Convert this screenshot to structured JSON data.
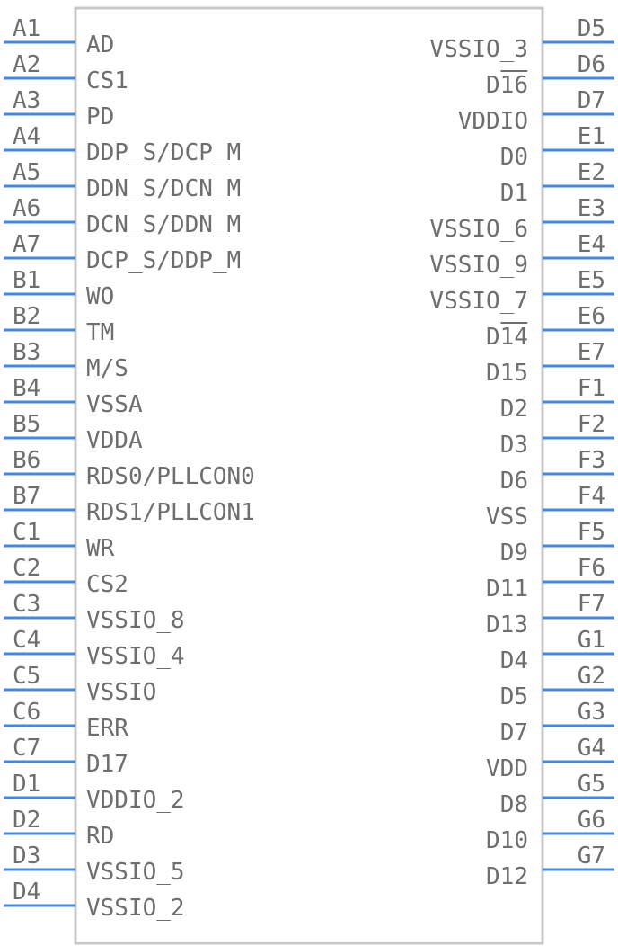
{
  "component": {
    "left_pins": [
      {
        "number": "A1",
        "name": "AD"
      },
      {
        "number": "A2",
        "name": "CS1"
      },
      {
        "number": "A3",
        "name": "PD"
      },
      {
        "number": "A4",
        "name": "DDP_S/DCP_M"
      },
      {
        "number": "A5",
        "name": "DDN_S/DCN_M"
      },
      {
        "number": "A6",
        "name": "DCN_S/DDN_M"
      },
      {
        "number": "A7",
        "name": "DCP_S/DDP_M"
      },
      {
        "number": "B1",
        "name": "WO"
      },
      {
        "number": "B2",
        "name": "TM"
      },
      {
        "number": "B3",
        "name": "M/S"
      },
      {
        "number": "B4",
        "name": "VSSA"
      },
      {
        "number": "B5",
        "name": "VDDA"
      },
      {
        "number": "B6",
        "name": "RDS0/PLLCON0"
      },
      {
        "number": "B7",
        "name": "RDS1/PLLCON1"
      },
      {
        "number": "C1",
        "name": "WR"
      },
      {
        "number": "C2",
        "name": "CS2"
      },
      {
        "number": "C3",
        "name": "VSSIO_8"
      },
      {
        "number": "C4",
        "name": "VSSIO_4"
      },
      {
        "number": "C5",
        "name": "VSSIO"
      },
      {
        "number": "C6",
        "name": "ERR"
      },
      {
        "number": "C7",
        "name": "D17"
      },
      {
        "number": "D1",
        "name": "VDDIO_2"
      },
      {
        "number": "D2",
        "name": "RD"
      },
      {
        "number": "D3",
        "name": "VSSIO_5"
      },
      {
        "number": "D4",
        "name": "VSSIO_2"
      }
    ],
    "right_pins": [
      {
        "number": "D5",
        "name": "VSSIO_3"
      },
      {
        "number": "D6",
        "name": "D16"
      },
      {
        "number": "D7",
        "name": "VDDIO"
      },
      {
        "number": "E1",
        "name": "D0"
      },
      {
        "number": "E2",
        "name": "D1"
      },
      {
        "number": "E3",
        "name": "VSSIO_6"
      },
      {
        "number": "E4",
        "name": "VSSIO_9"
      },
      {
        "number": "E5",
        "name": "VSSIO_7"
      },
      {
        "number": "E6",
        "name": "D14"
      },
      {
        "number": "E7",
        "name": "D15"
      },
      {
        "number": "F1",
        "name": "D2"
      },
      {
        "number": "F2",
        "name": "D3"
      },
      {
        "number": "F3",
        "name": "D6"
      },
      {
        "number": "F4",
        "name": "VSS"
      },
      {
        "number": "F5",
        "name": "D9"
      },
      {
        "number": "F6",
        "name": "D11"
      },
      {
        "number": "F7",
        "name": "D13"
      },
      {
        "number": "G1",
        "name": "D4"
      },
      {
        "number": "G2",
        "name": "D5"
      },
      {
        "number": "G3",
        "name": "D7"
      },
      {
        "number": "G4",
        "name": "VDD"
      },
      {
        "number": "G5",
        "name": "D8"
      },
      {
        "number": "G6",
        "name": "D10"
      },
      {
        "number": "G7",
        "name": "D12"
      }
    ],
    "colors": {
      "pin_line": "#3f87e8",
      "body_outline": "#c8c8c8",
      "text": "#6e6e6e"
    }
  }
}
